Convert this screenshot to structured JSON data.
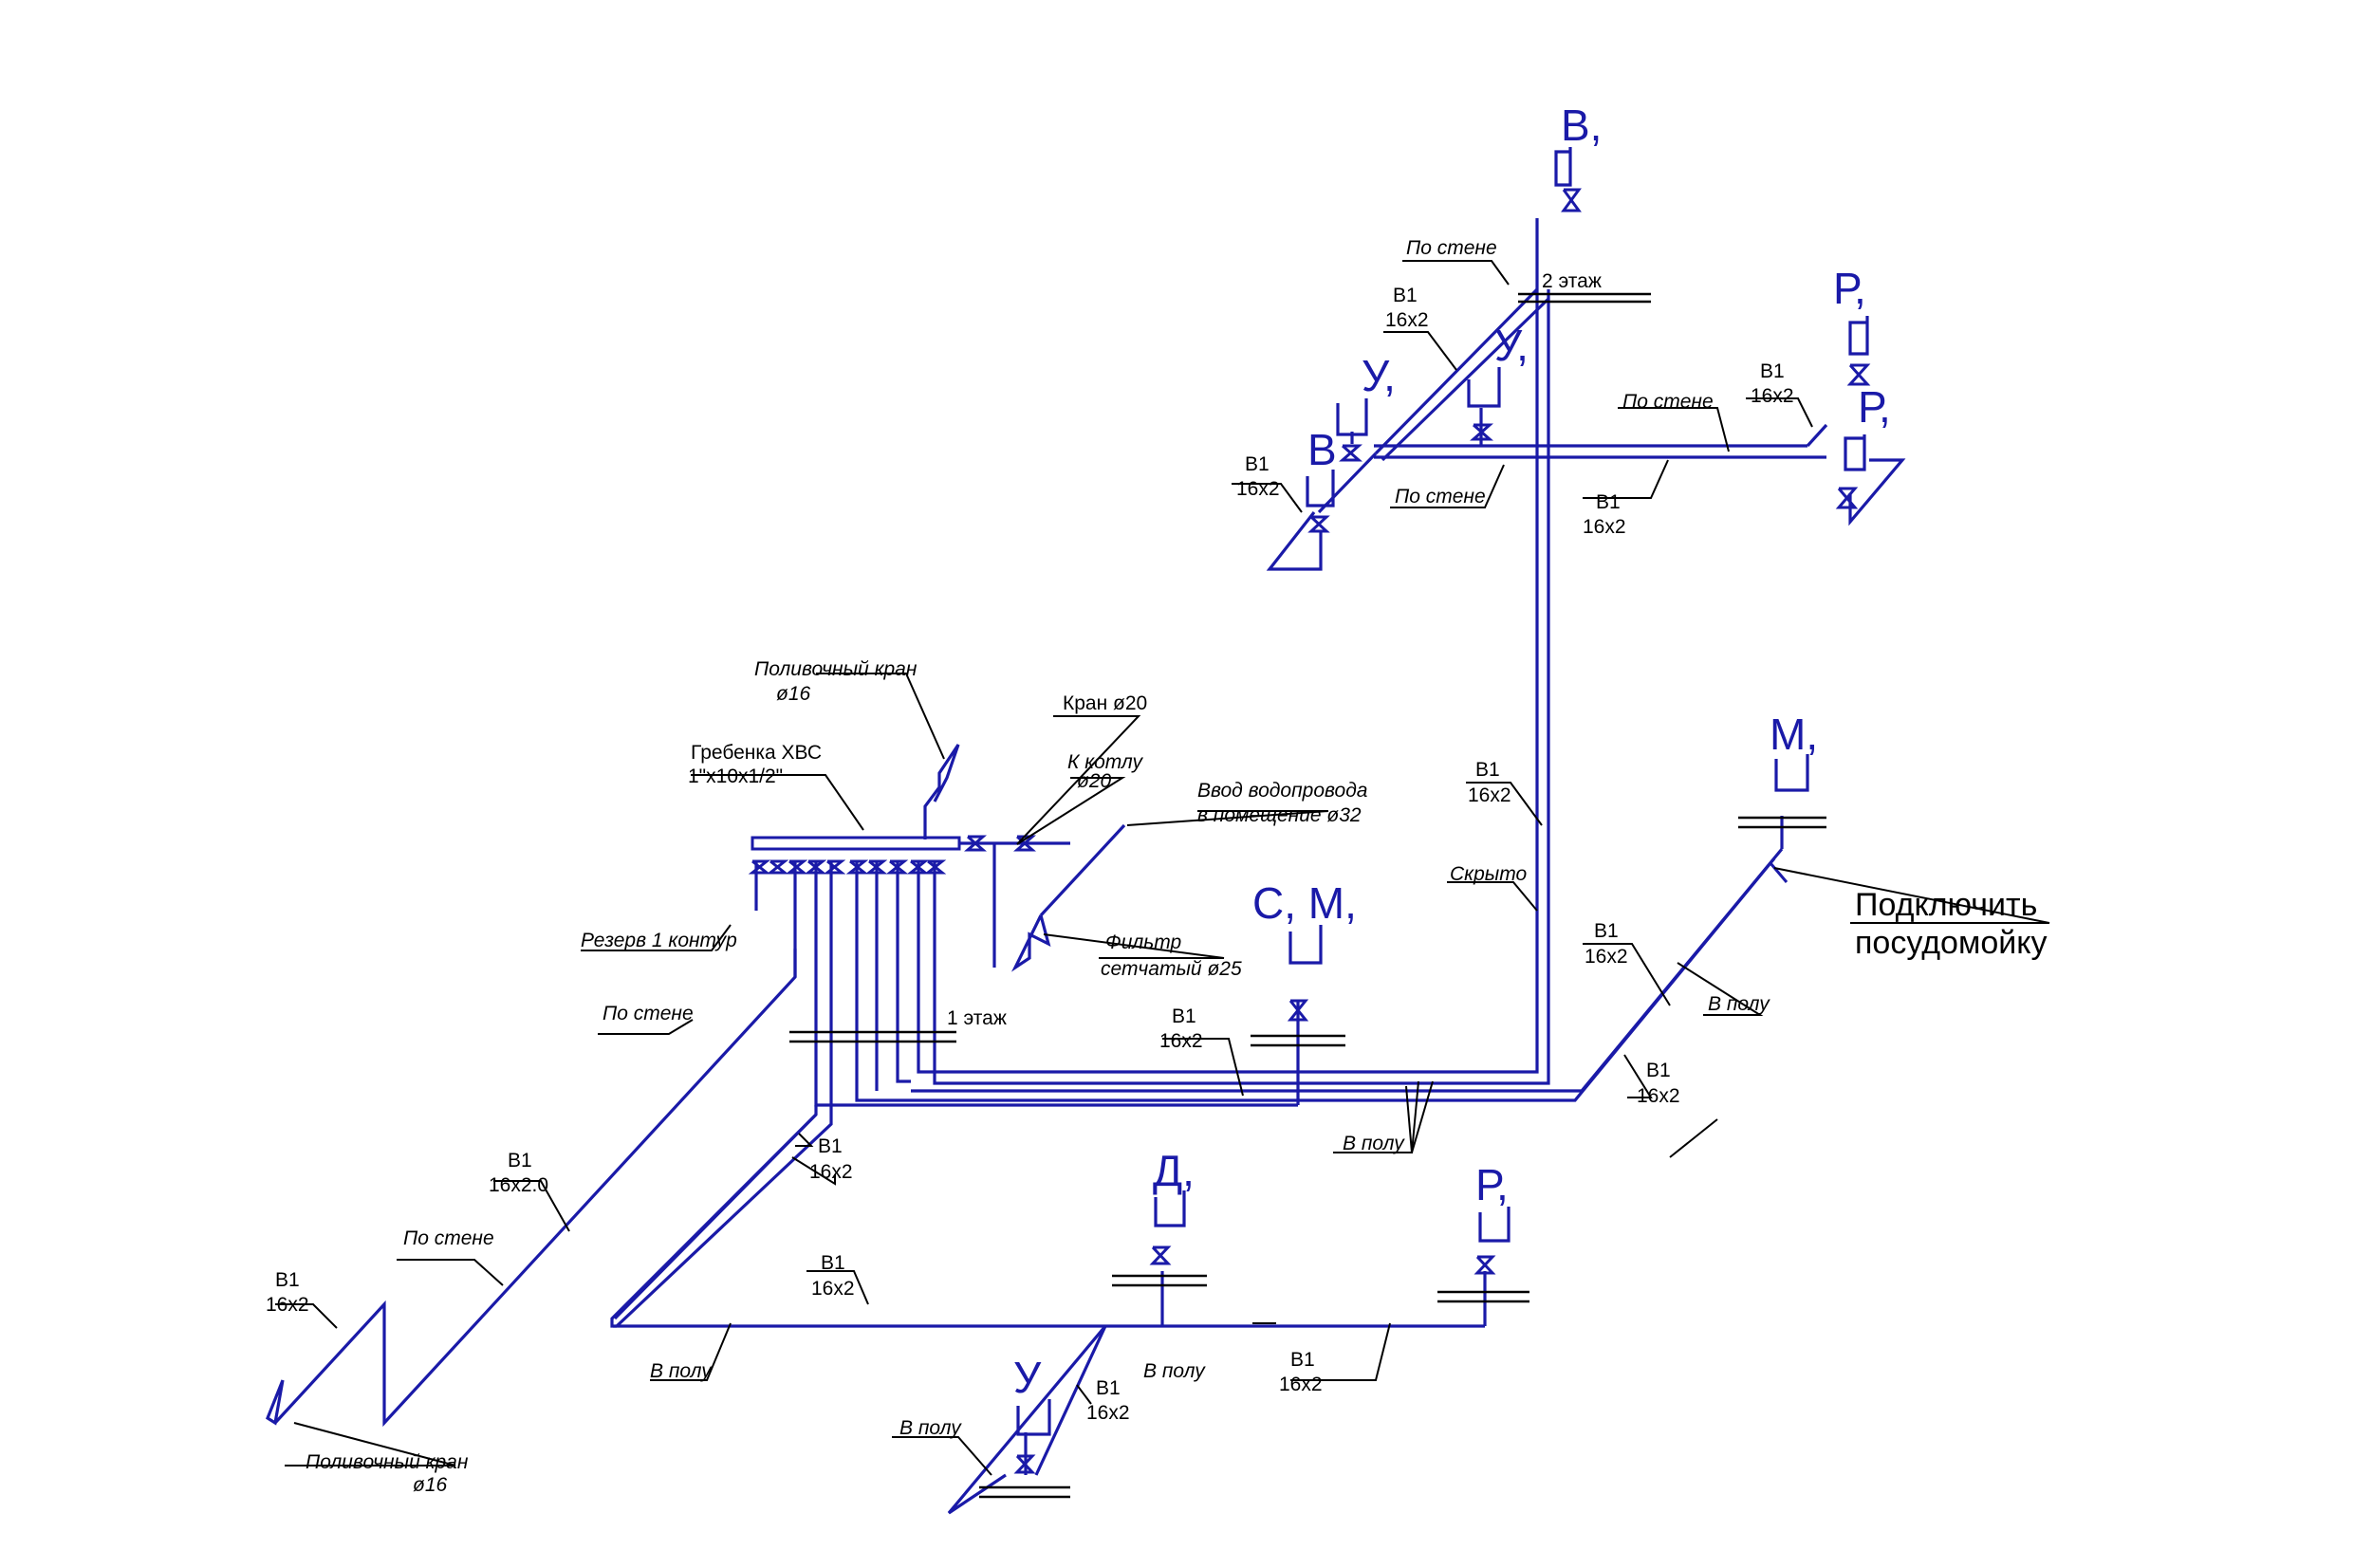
{
  "labels": {
    "water_b1": "В1",
    "pipe_16x2": "16х2",
    "pipe_16x2_0": "16х2.0",
    "on_wall": "По стене",
    "in_floor": "В полу",
    "hidden": "Скрыто",
    "floor_2": "2 этаж",
    "floor_1": "1 этаж",
    "reserve": "Резерв 1 контур",
    "hose_tap_title": "Поливочный кран",
    "hose_tap_size": "ø16",
    "manifold_title": "Гребенка ХВС",
    "manifold_size": "1\"х10х1/2\"",
    "tap_20": "Кран ø20",
    "to_boiler": "К котлу",
    "to_boiler_size": "ø20",
    "inlet_title": "Ввод водопровода",
    "inlet_sub": "в помещение ø32",
    "filter_title": "Фильтр",
    "filter_sub": "сетчатый ø25",
    "connect_line1": "Подключить",
    "connect_line2": "посудомойку"
  },
  "fixtures": {
    "v_top": "В,",
    "r_top": "Р,",
    "r_right": "Р,",
    "u_upper_left": "У,",
    "u_upper_mid": "У,",
    "v_left": "В",
    "m_dishwasher": "М,",
    "s_m": "С, М,",
    "d_lower": "Д,",
    "r_lower": "Р,",
    "u_bottom": "У"
  },
  "colors": {
    "pipe": "#1a1aa8",
    "leader": "#000000"
  }
}
